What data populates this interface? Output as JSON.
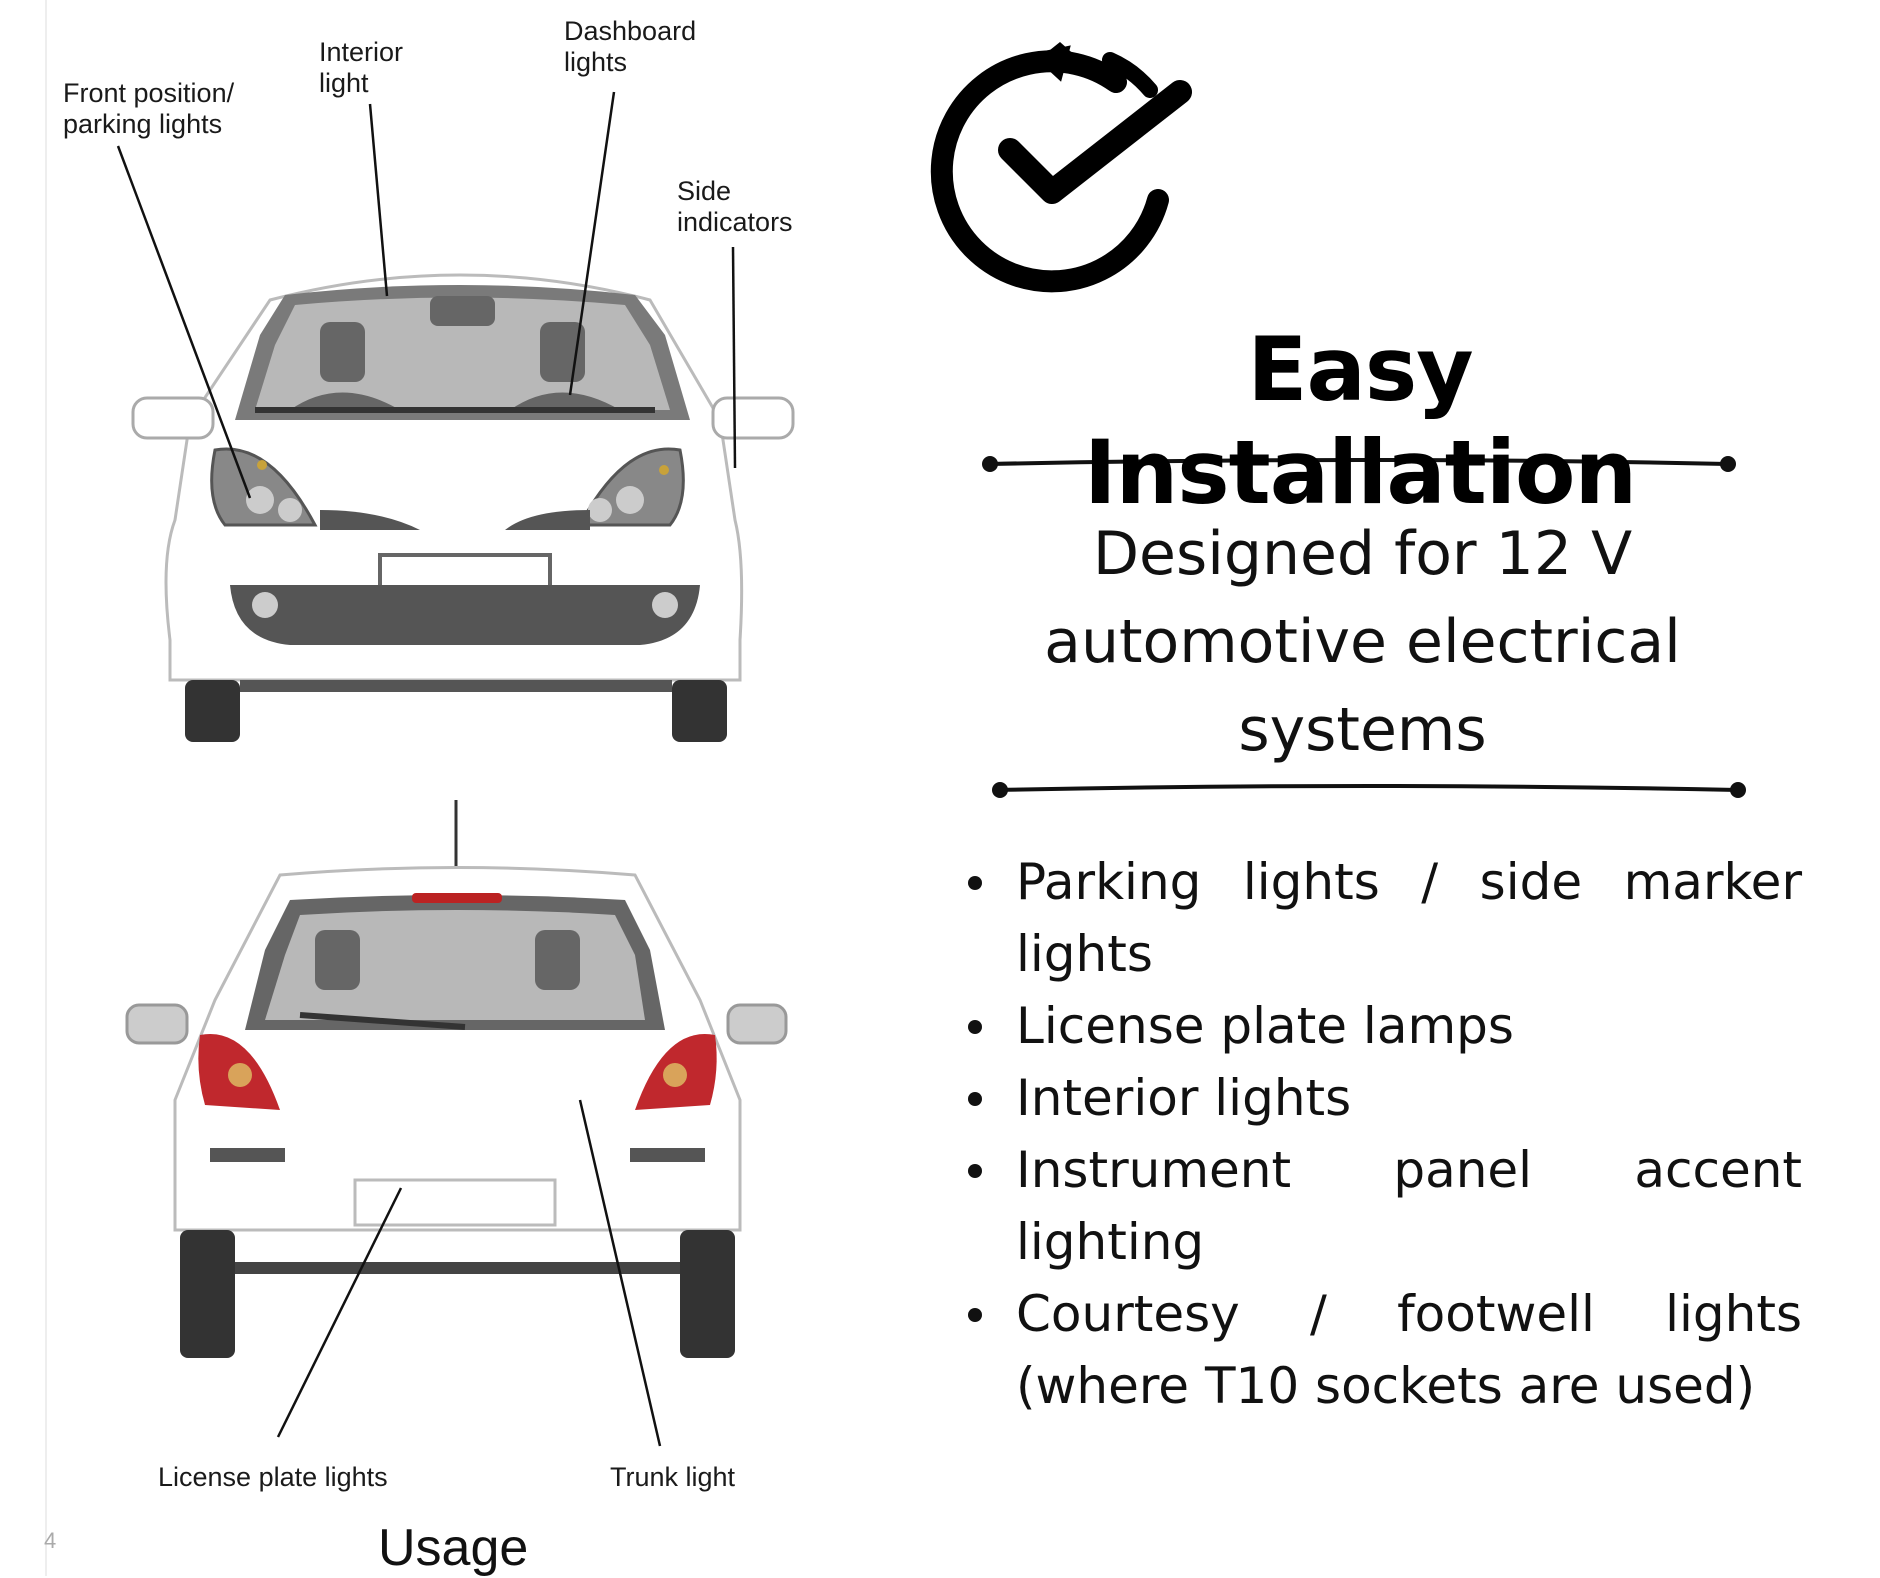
{
  "diagram": {
    "front_labels": {
      "front_position": "Front position/\nparking lights",
      "front_position_l1": "Front position/",
      "front_position_l2": "parking lights",
      "interior_l1": "Interior",
      "interior_l2": "light",
      "dashboard_l1": "Dashboard",
      "dashboard_l2": "lights",
      "side_l1": "Side",
      "side_l2": "indicators"
    },
    "rear_labels": {
      "license_plate": "License plate lights",
      "trunk": "Trunk light"
    },
    "caption": "Usage",
    "page_number": "4"
  },
  "feature": {
    "icon": "circular-arrow-checkmark-icon",
    "title": "Easy Installation",
    "subtitle_lines": [
      "Designed for 12 V",
      "automotive electrical",
      "systems"
    ],
    "bullets": [
      "Parking lights / side marker lights",
      "License plate lamps",
      "Interior lights",
      "Instrument panel accent lighting",
      "Courtesy / footwell lights (where T10 sockets are used)"
    ]
  },
  "colors": {
    "text": "#111111",
    "tail_light": "#c0282d",
    "glass": "#8a8a8a"
  }
}
